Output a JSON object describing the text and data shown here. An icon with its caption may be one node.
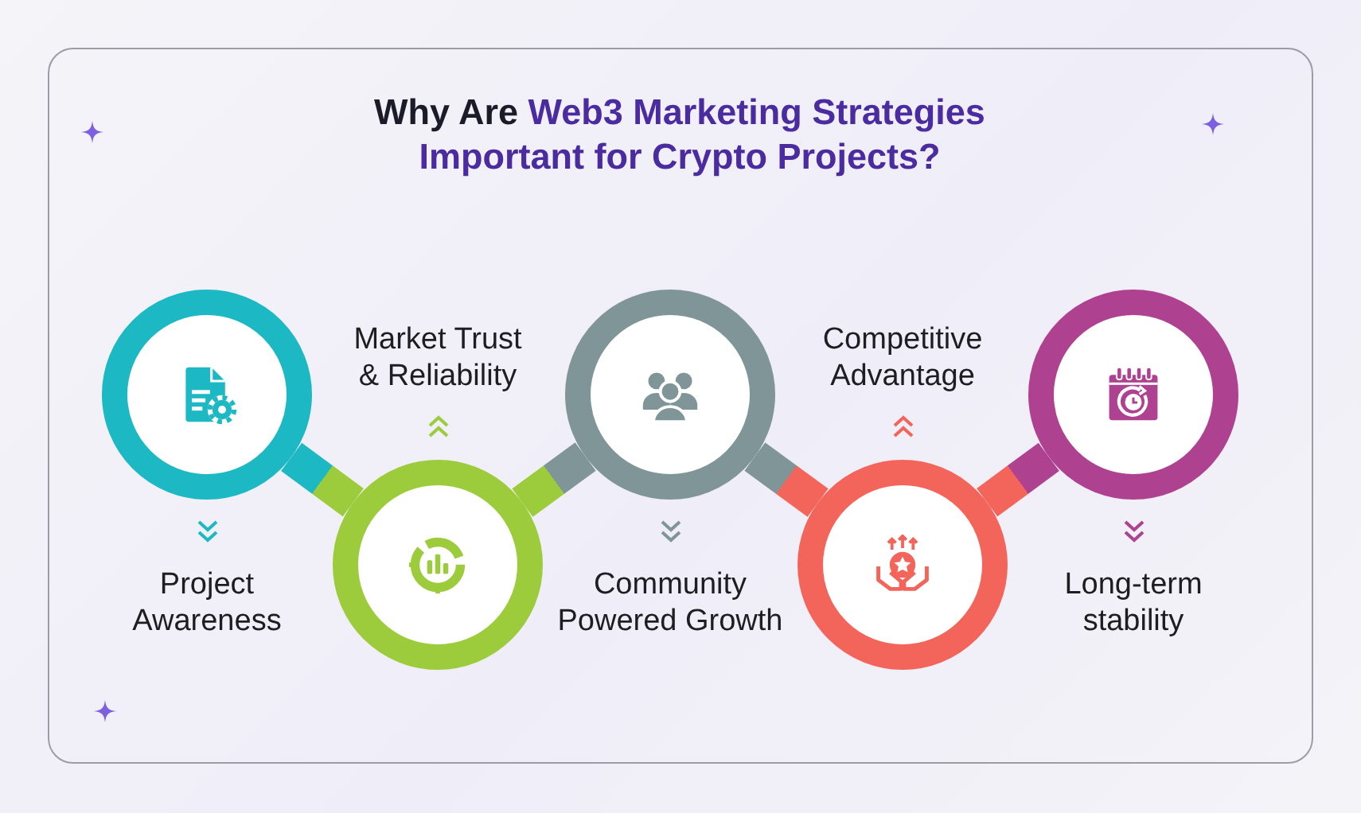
{
  "diagram": {
    "title": "Why Are Web3 Marketing Strategies Important for Crypto Projects?",
    "nodes": [
      {
        "text": [],
        "shape": "circle",
        "beside": [
          "Project Awareness"
        ]
      },
      {
        "text": [],
        "shape": "circle",
        "beside": [
          "Market Trust & Reliability"
        ]
      },
      {
        "text": [],
        "shape": "circle"
      },
      {
        "text": [],
        "shape": "circle",
        "beside": [
          "Competitive Advantage"
        ]
      },
      {
        "text": [],
        "shape": "circle",
        "beside": [
          "Long-term stability"
        ]
      }
    ],
    "edges": [
      {
        "from": 0,
        "to": 1,
        "arrow": "none"
      },
      {
        "from": 1,
        "to": 2,
        "arrow": "none"
      },
      {
        "from": 2,
        "to": 3,
        "arrow": "none"
      },
      {
        "from": 3,
        "to": 4,
        "arrow": "none"
      }
    ],
    "labels": [
      "Community Powered Growth"
    ]
  }
}
